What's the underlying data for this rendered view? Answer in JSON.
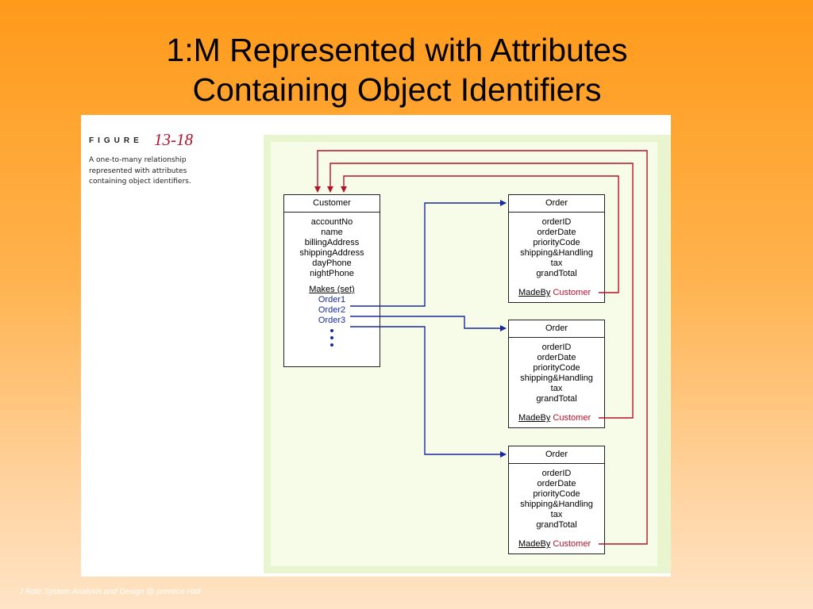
{
  "slide": {
    "title_line1": "1:M Represented with Attributes",
    "title_line2": "Containing Object Identifiers",
    "footer": "J Role System Analysis and Design @ prentice Hall"
  },
  "figure": {
    "label": "FIGURE",
    "number": "13-18",
    "caption_lines": [
      "A one-to-many relationship",
      "represented with attributes",
      "containing object identifiers."
    ]
  },
  "customer": {
    "header": "Customer",
    "attributes": [
      "accountNo",
      "name",
      "billingAddress",
      "shippingAddress",
      "dayPhone",
      "nightPhone"
    ],
    "makes_label": "Makes (set)",
    "order_refs": [
      "Order1",
      "Order2",
      "Order3"
    ]
  },
  "orders": [
    {
      "header": "Order",
      "attributes": [
        "orderID",
        "orderDate",
        "priorityCode",
        "shipping&Handling",
        "tax",
        "grandTotal"
      ],
      "made_by_label": "MadeBy",
      "made_by_ref": "Customer"
    },
    {
      "header": "Order",
      "attributes": [
        "orderID",
        "orderDate",
        "priorityCode",
        "shipping&Handling",
        "tax",
        "grandTotal"
      ],
      "made_by_label": "MadeBy",
      "made_by_ref": "Customer"
    },
    {
      "header": "Order",
      "attributes": [
        "orderID",
        "orderDate",
        "priorityCode",
        "shipping&Handling",
        "tax",
        "grandTotal"
      ],
      "made_by_label": "MadeBy",
      "made_by_ref": "Customer"
    }
  ],
  "colors": {
    "forward_link": "#1a2a9e",
    "back_link": "#b5122b"
  }
}
